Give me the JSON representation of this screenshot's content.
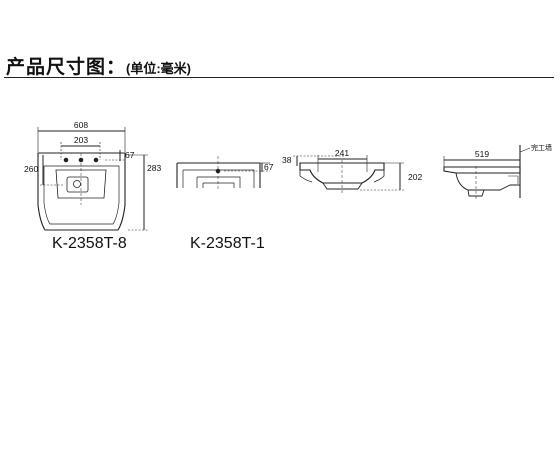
{
  "header": {
    "title": "产品尺寸图：",
    "unit_note": "(单位:毫米)"
  },
  "views": {
    "top": {
      "overall_width": "608",
      "faucet_spread": "203",
      "depth_to_holes": "67",
      "basin_depth": "260",
      "overall_depth": "283",
      "model": "K-2358T-8"
    },
    "top_single": {
      "depth_to_hole": "67",
      "model": "K-2358T-1"
    },
    "front": {
      "bowl_width": "241",
      "rim_height": "38",
      "overall_height": "202"
    },
    "side": {
      "projection": "519",
      "wall_label": "完工墙"
    }
  }
}
